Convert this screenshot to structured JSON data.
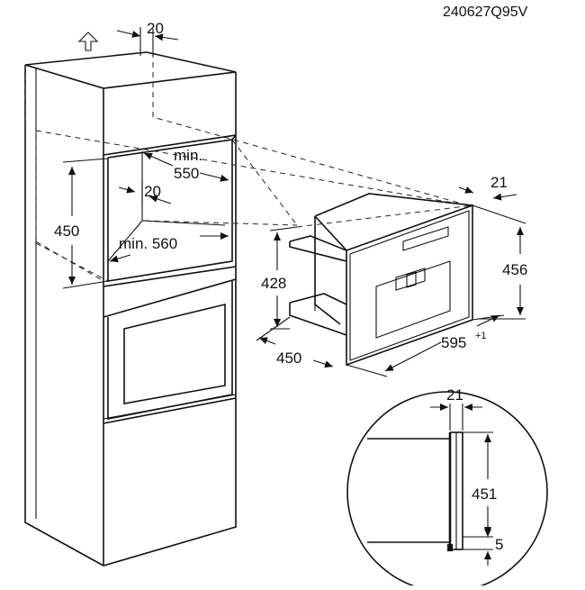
{
  "diagram": {
    "code": "240627Q95V",
    "dims": {
      "top_gap": "20",
      "niche_depth": "min.\n550",
      "niche_depth_a": "min.",
      "niche_depth_b": "550",
      "inner_gap": "20",
      "niche_height": "450",
      "niche_width": "min. 560",
      "appliance_frame": "21",
      "appliance_front_height": "456",
      "appliance_body_height": "428",
      "appliance_depth": "450",
      "appliance_width": "595",
      "appliance_width_tol": "+1",
      "detail_frame": "21",
      "detail_height": "451",
      "detail_gap": "5"
    }
  }
}
